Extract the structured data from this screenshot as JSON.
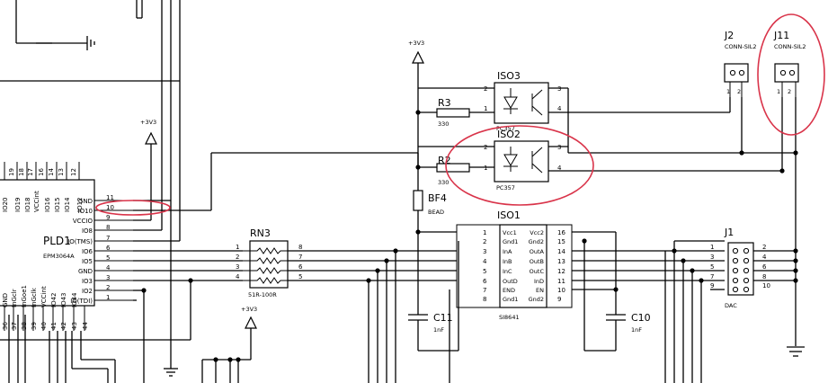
{
  "components": {
    "pld1": {
      "ref": "PLD1",
      "part": "EPM3064A",
      "top_pins": [
        "IO20",
        "IO19",
        "IO18",
        "VCCint",
        "IO16",
        "IO15",
        "IO14",
        "IO12"
      ],
      "top_nums": [
        "19",
        "18",
        "17",
        "16",
        "14",
        "13",
        "12"
      ],
      "right_signals": [
        "GND",
        "IO10",
        "VCCIO",
        "IO8",
        "IO(TMS)",
        "IO6",
        "IO5",
        "GND",
        "IO3",
        "IO2",
        "IO(TDI)"
      ],
      "right_nums": [
        "11",
        "10",
        "9",
        "8",
        "7",
        "6",
        "5",
        "4",
        "3",
        "2",
        "1"
      ],
      "bottom_pins": [
        "GND",
        "InGclr",
        "InGoe1",
        "InGclk",
        "VCCint",
        "IO42",
        "IO43",
        "IO44"
      ],
      "bottom_nums": [
        "36",
        "37",
        "38",
        "39",
        "40",
        "41",
        "42",
        "43",
        "44"
      ]
    },
    "j2": {
      "ref": "J2",
      "part": "CONN-SIL2",
      "pins": [
        "1",
        "2"
      ]
    },
    "j11": {
      "ref": "J11",
      "part": "CONN-SIL2",
      "pins": [
        "1",
        "2"
      ]
    },
    "iso3": {
      "ref": "ISO3",
      "part": "PC357",
      "pins": [
        "2",
        "1",
        "3",
        "4"
      ]
    },
    "iso2": {
      "ref": "ISO2",
      "part": "PC357",
      "pins": [
        "2",
        "1",
        "3",
        "4"
      ]
    },
    "r3": {
      "ref": "R3",
      "value": "330"
    },
    "r2": {
      "ref": "R2",
      "value": "330"
    },
    "bf4": {
      "ref": "BF4",
      "value": "BEAD"
    },
    "rn3": {
      "ref": "RN3",
      "value": "51R-100R",
      "left_pins": [
        "1",
        "2",
        "3",
        "4"
      ],
      "right_pins": [
        "8",
        "7",
        "6",
        "5"
      ]
    },
    "iso1": {
      "ref": "ISO1",
      "part": "SI8641",
      "left_pins": [
        "1",
        "2",
        "3",
        "4",
        "5",
        "6",
        "7",
        "8"
      ],
      "left_signals": [
        "Vcc1",
        "Gnd1",
        "InA",
        "InB",
        "InC",
        "OutD",
        "END",
        "Gnd1"
      ],
      "right_signals": [
        "Vcc2",
        "Gnd2",
        "OutA",
        "OutB",
        "OutC",
        "InD",
        "EN",
        "Gnd2"
      ],
      "right_pins": [
        "16",
        "15",
        "14",
        "13",
        "12",
        "11",
        "10",
        "9"
      ]
    },
    "c11": {
      "ref": "C11",
      "value": "1nF"
    },
    "c10": {
      "ref": "C10",
      "value": "1nF"
    },
    "j1": {
      "ref": "J1",
      "part": "DAC",
      "left_pins": [
        "1",
        "3",
        "5",
        "7",
        "9"
      ],
      "right_pins": [
        "2",
        "4",
        "6",
        "8",
        "10"
      ]
    }
  },
  "power_labels": {
    "p1": "+3V3",
    "p2": "+3V3",
    "p3": "+3V3"
  }
}
